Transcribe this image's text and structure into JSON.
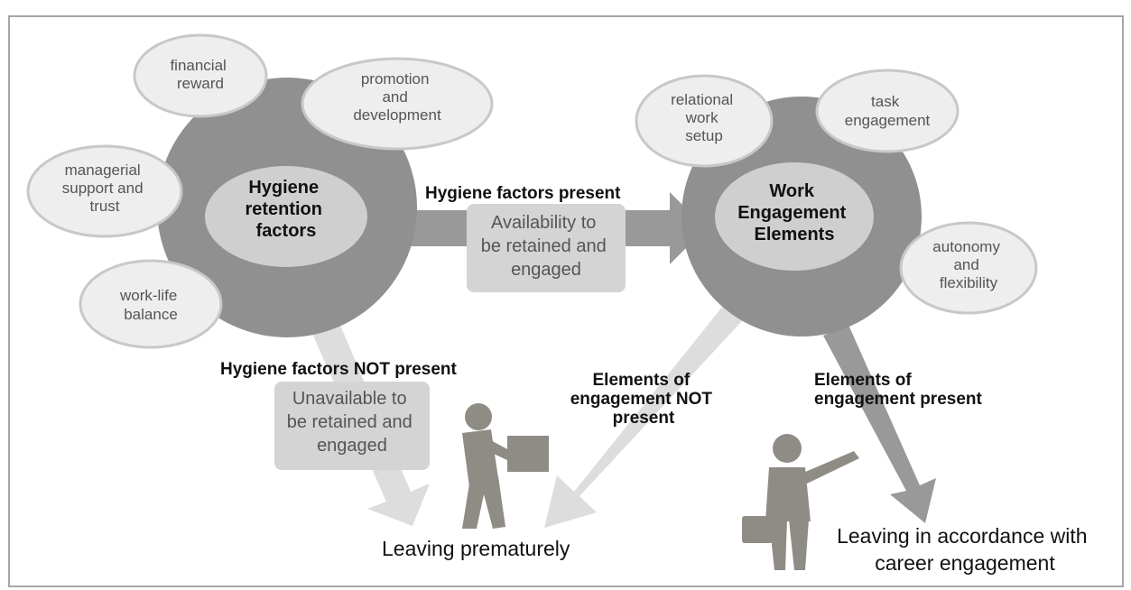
{
  "colors": {
    "big_circle": "#909090",
    "inner_circle": "#cfcfcf",
    "satellite_fill": "#eeeeee",
    "satellite_border": "#c8c8c8",
    "dark_arrow": "#999999",
    "light_arrow": "#dddddd",
    "box_fill": "#d4d4d4",
    "figure": "#8e8c84",
    "frame": "#888888"
  },
  "hygiene": {
    "core_lines": [
      "Hygiene",
      "retention",
      "factors"
    ],
    "satellites": {
      "financial": [
        "financial",
        "reward"
      ],
      "promotion": [
        "promotion",
        "and",
        "development"
      ],
      "managerial": [
        "managerial",
        "support and",
        "trust"
      ],
      "worklife": [
        "work-life",
        "balance"
      ]
    }
  },
  "engagement": {
    "core_lines": [
      "Work",
      "Engagement",
      "Elements"
    ],
    "satellites": {
      "relational": [
        "relational",
        "work",
        "setup"
      ],
      "task": [
        "task",
        "engagement"
      ],
      "autonomy": [
        "autonomy",
        "and",
        "flexibility"
      ]
    }
  },
  "labels": {
    "hygiene_present": "Hygiene factors present",
    "hygiene_not_present": "Hygiene factors NOT present",
    "engagement_not_present": [
      "Elements of",
      "engagement NOT",
      "present"
    ],
    "engagement_present": [
      "Elements of",
      "engagement present"
    ]
  },
  "boxes": {
    "available": [
      "Availability to",
      "be retained and",
      "engaged"
    ],
    "unavailable": [
      "Unavailable to",
      "be retained and",
      "engaged"
    ]
  },
  "outcomes": {
    "premature": "Leaving prematurely",
    "career": [
      "Leaving in accordance with",
      "career  engagement"
    ]
  }
}
